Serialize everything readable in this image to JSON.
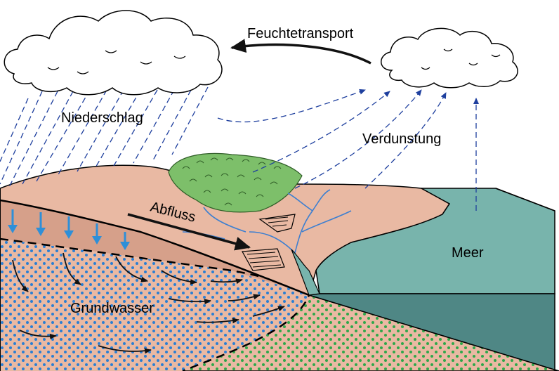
{
  "labels": {
    "moisture_transport": "Feuchtetransport",
    "precipitation": "Niederschlag",
    "evaporation": "Verdunstung",
    "runoff": "Abfluss",
    "sea": "Meer",
    "groundwater": "Grundwasser"
  },
  "colors": {
    "land": "#e9b9a3",
    "land_dark": "#d6a08a",
    "sea_top": "#78b4ac",
    "sea_front": "#4f8785",
    "sea_side": "#5e9894",
    "forest": "#7dbf6a",
    "groundwater_dots": "#2a7fd4",
    "green_dots": "#2ea84a",
    "arrow_blue": "#1e3f9e",
    "down_arrow": "#2e8fd8",
    "stream": "#3d7fd0"
  },
  "icons": [
    "cloud-icon",
    "cloud-icon",
    "lake-icon",
    "arrow-icon"
  ]
}
